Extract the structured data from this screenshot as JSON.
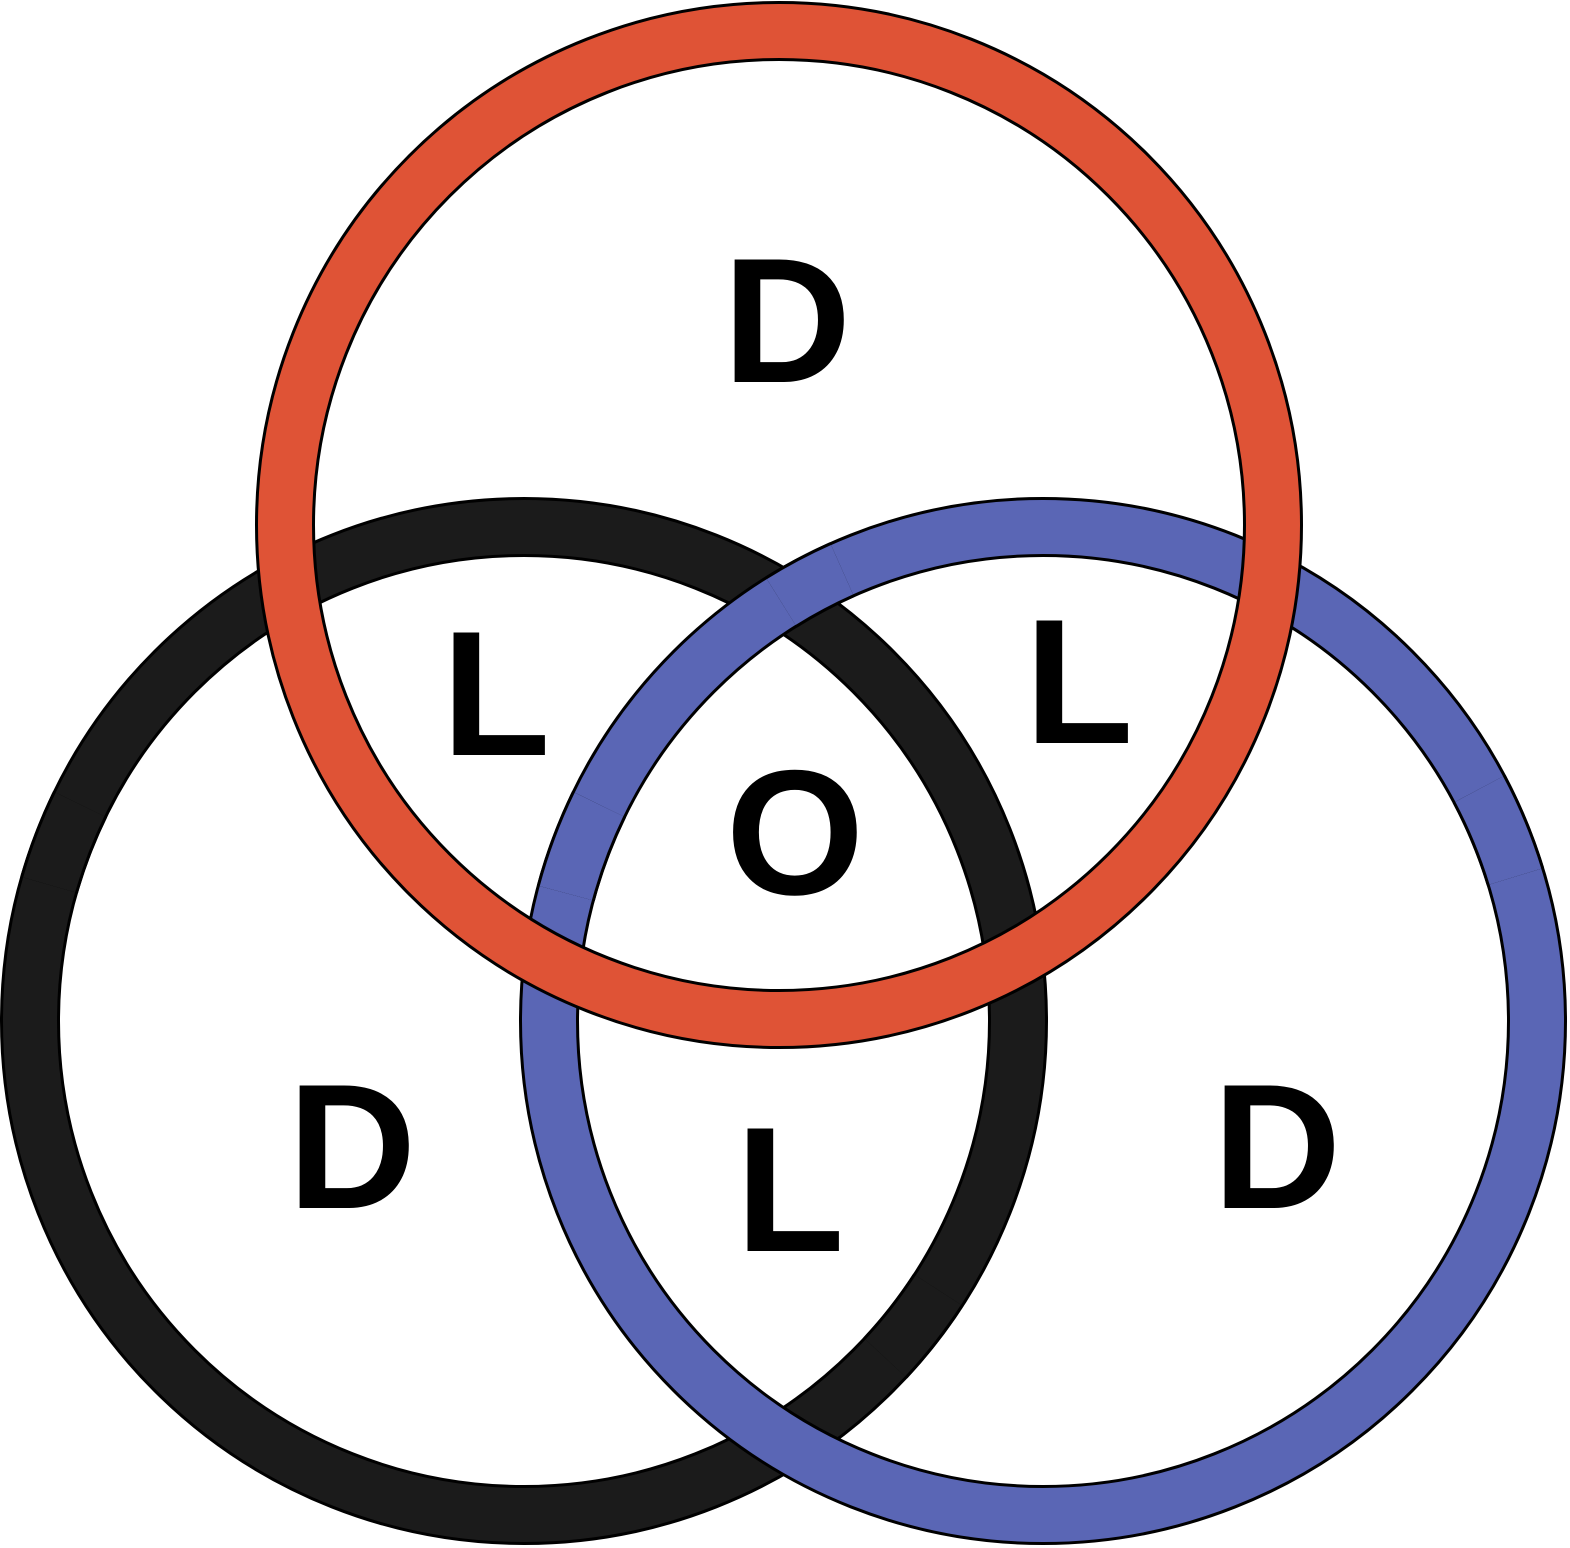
{
  "colors": {
    "top_ring": "#DF5336",
    "left_ring": "#1B1B1B",
    "right_ring": "#5A66B5",
    "outline": "#000000",
    "background": "#FFFFFF",
    "label": "#000000"
  },
  "regions": {
    "top_only": "D",
    "left_only": "D",
    "right_only": "D",
    "top_left": "L",
    "top_right": "L",
    "left_right": "L",
    "center": "O"
  }
}
